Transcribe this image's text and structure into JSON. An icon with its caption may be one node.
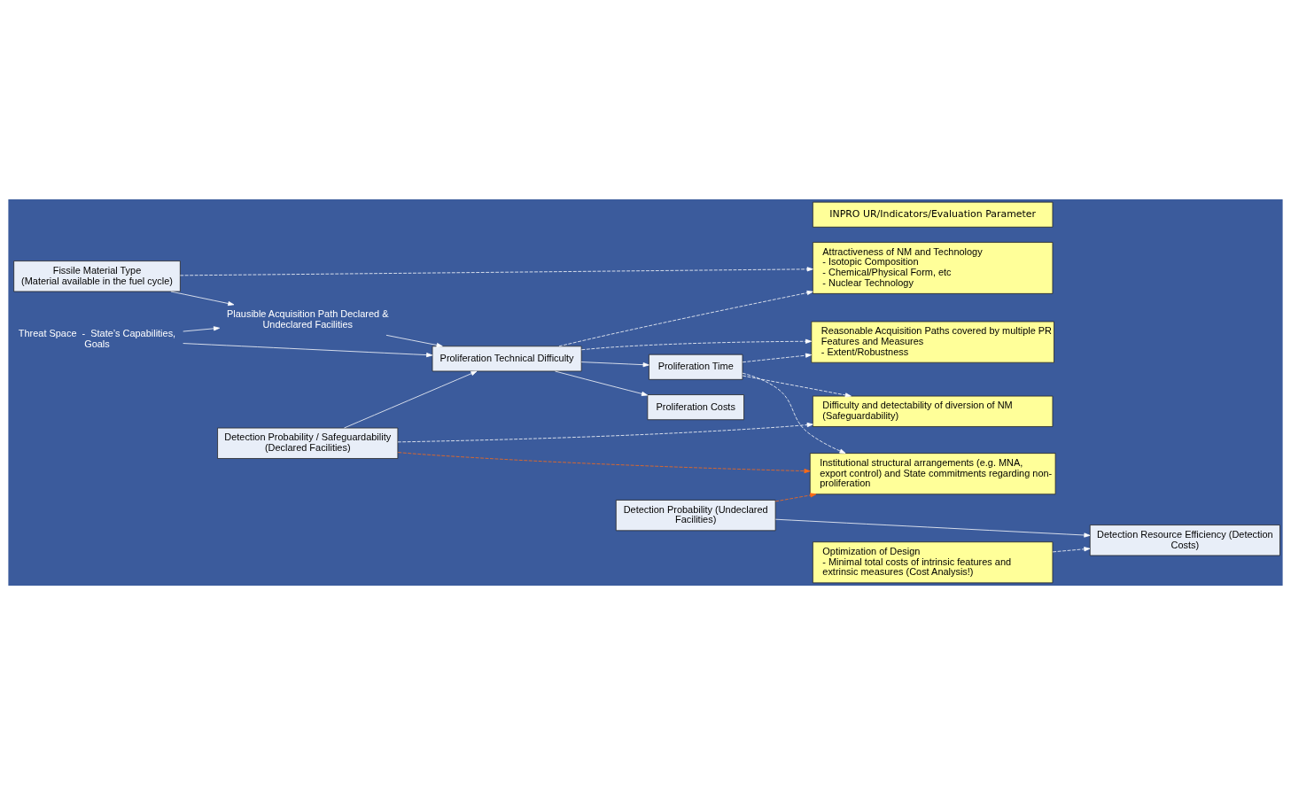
{
  "diagram": {
    "nodes": [
      {
        "text": [
          "Threat Space  -  State’s Capabilities, Goals"
        ]
      },
      {
        "text": [
          "Fissile Material Type",
          "(Material available in the fuel cycle)"
        ]
      },
      {
        "text": [
          "Plausible Acquisition Path Declared & Undeclared Facilities"
        ]
      },
      {
        "text": [
          "INPRO UR/Indicators/Evaluation Parameter"
        ]
      },
      {
        "text": [
          "Attractiveness of NM and Technology",
          "- Isotopic Composition",
          "- Chemical/Physical Form, etc",
          "- Nuclear Technology"
        ]
      },
      {
        "text": [
          "Proliferation Technical Difficulty"
        ]
      },
      {
        "text": [
          "Reasonable Acquisition Paths covered by multiple PR Features and Measures",
          "- Extent/Robustness"
        ]
      },
      {
        "text": [
          "Proliferation Costs"
        ]
      },
      {
        "text": [
          "Proliferation Time"
        ]
      },
      {
        "text": [
          "Institutional structural arrangements (e.g. MNA, export control) and State commitments regarding non-proliferation"
        ]
      },
      {
        "text": [
          "Difficulty and detectability of diversion of NM (Safeguardability)"
        ]
      },
      {
        "text": [
          "Detection Probability / Safeguardability (Declared Facilities)"
        ]
      },
      {
        "text": [
          "Detection Probability (Undeclared Facilities)"
        ]
      },
      {
        "text": [
          "Detection Resource Efficiency (Detection Costs)"
        ]
      },
      {
        "text": [
          "Optimization of Design",
          "- Minimal total costs of intrinsic features and extrinsic measures (Cost Analysis!)"
        ]
      }
    ],
    "edges": [
      {
        "from": 0,
        "to": 2,
        "arrow": "to"
      },
      {
        "from": 1,
        "to": 2,
        "arrow": "to"
      },
      {
        "from": 2,
        "to": 5,
        "arrow": "to"
      },
      {
        "from": 0,
        "to": 5,
        "arrow": "to"
      },
      {
        "from": 11,
        "to": 5,
        "arrow": "to"
      },
      {
        "from": 5,
        "to": 7,
        "arrow": "to"
      },
      {
        "from": 5,
        "to": 8,
        "arrow": "to"
      },
      {
        "from": 1,
        "to": 4,
        "arrow": "to",
        "style": "dashed"
      },
      {
        "from": 5,
        "to": 4,
        "arrow": "to",
        "style": "dashed"
      },
      {
        "from": 5,
        "to": 6,
        "arrow": "to",
        "style": "dashed"
      },
      {
        "from": 8,
        "to": 6,
        "arrow": "to",
        "style": "dashed"
      },
      {
        "from": 8,
        "to": 9,
        "arrow": "to",
        "style": "dashed"
      },
      {
        "from": 8,
        "to": 10,
        "arrow": "to",
        "style": "dashed"
      },
      {
        "from": 11,
        "to": 10,
        "arrow": "to",
        "style": "dashed"
      },
      {
        "from": 11,
        "to": 9,
        "arrow": "to",
        "style": "dashed",
        "color": "#ff6a13"
      },
      {
        "from": 12,
        "to": 9,
        "arrow": "to",
        "style": "dashed",
        "color": "#ff6a13"
      },
      {
        "from": 12,
        "to": 13,
        "arrow": "to"
      },
      {
        "from": 14,
        "to": 13,
        "arrow": "to",
        "style": "dashed"
      }
    ]
  }
}
